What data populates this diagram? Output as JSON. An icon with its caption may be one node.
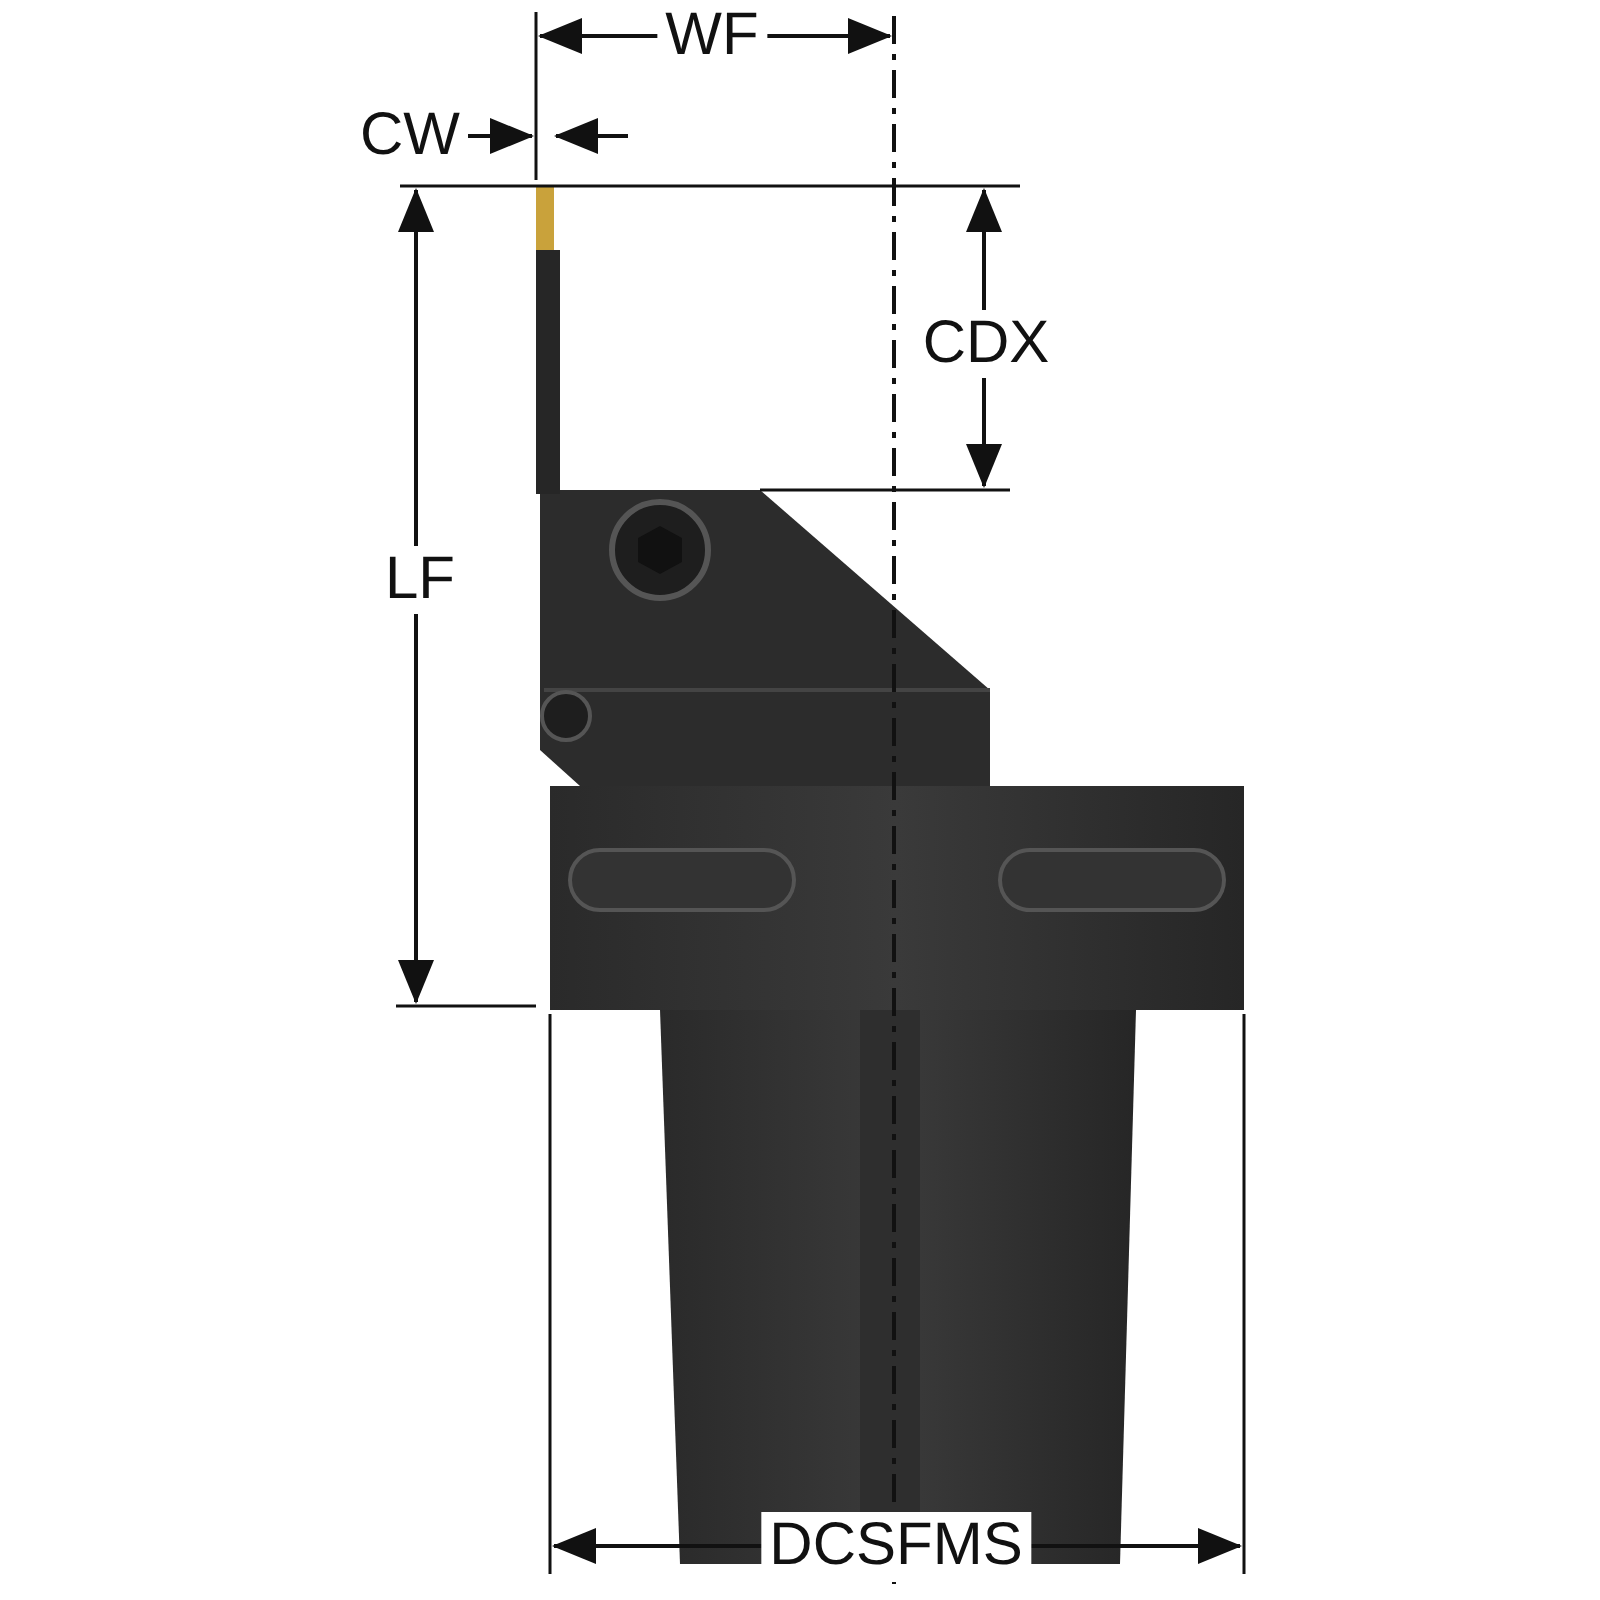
{
  "diagram": {
    "labels": [
      "WF",
      "CW",
      "CDX",
      "LF",
      "DCSFMS"
    ]
  }
}
